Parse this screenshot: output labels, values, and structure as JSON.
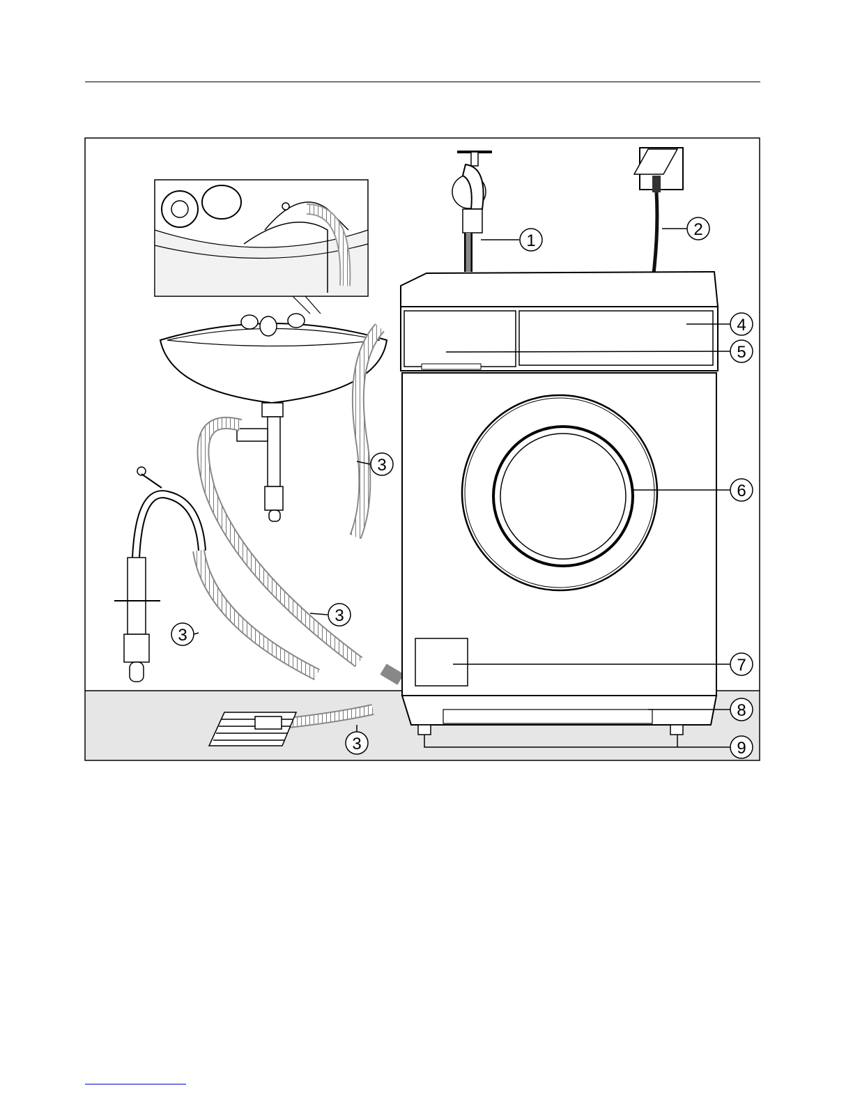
{
  "figure": {
    "callouts": [
      {
        "id": "c1",
        "label": "1"
      },
      {
        "id": "c2",
        "label": "2"
      },
      {
        "id": "c3a",
        "label": "3"
      },
      {
        "id": "c3b",
        "label": "3"
      },
      {
        "id": "c3c",
        "label": "3"
      },
      {
        "id": "c3d",
        "label": "3"
      },
      {
        "id": "c4",
        "label": "4"
      },
      {
        "id": "c5",
        "label": "5"
      },
      {
        "id": "c6",
        "label": "6"
      },
      {
        "id": "c7",
        "label": "7"
      },
      {
        "id": "c8",
        "label": "8"
      },
      {
        "id": "c9",
        "label": "9"
      }
    ]
  },
  "colors": {
    "line": "#000000",
    "floor": "#e6e6e6",
    "hose": "#a8a8a8",
    "link": "#0000cc"
  }
}
